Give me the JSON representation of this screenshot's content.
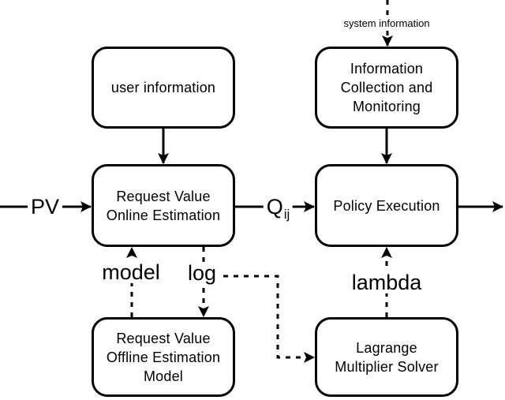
{
  "diagram": {
    "boxes": {
      "user_information": {
        "lines": [
          "user information"
        ]
      },
      "info_collection": {
        "lines": [
          "Information",
          "Collection and",
          "Monitoring"
        ]
      },
      "online_estimation": {
        "lines": [
          "Request Value",
          "Online Estimation"
        ]
      },
      "policy_execution": {
        "lines": [
          "Policy Execution"
        ]
      },
      "offline_model": {
        "lines": [
          "Request Value",
          "Offline Estimation",
          "Model"
        ]
      },
      "lagrange_solver": {
        "lines": [
          "Lagrange",
          "Multiplier Solver"
        ]
      }
    },
    "edge_labels": {
      "system_information": "system information",
      "pv": "PV",
      "q_main": "Q",
      "q_sub": "ij",
      "model": "model",
      "log": "log",
      "lambda": "lambda"
    },
    "colors": {
      "stroke": "#000000",
      "background": "#ffffff",
      "text": "#000000"
    }
  }
}
